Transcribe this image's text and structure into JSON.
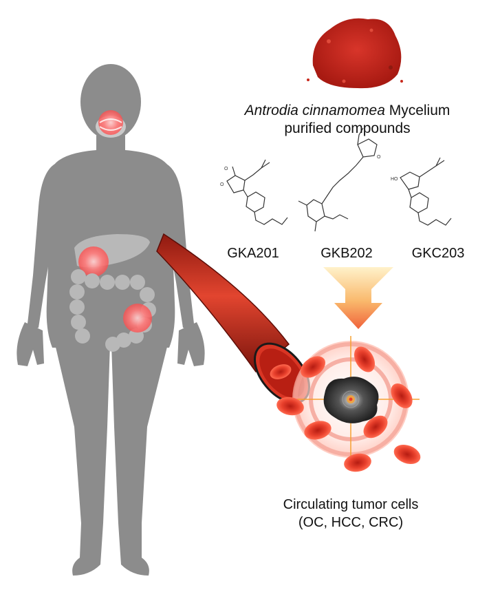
{
  "title": {
    "species": "Antrodia cinnamomea",
    "rest_line1": " Mycelium",
    "line2": "purified compounds"
  },
  "compounds": [
    {
      "name": "GKA201"
    },
    {
      "name": "GKB202"
    },
    {
      "name": "GKC203"
    }
  ],
  "ctc_label": {
    "line1": "Circulating tumor cells",
    "line2": "(OC, HCC, CRC)"
  },
  "colors": {
    "body": "#8c8c8c",
    "organ": "#b8b8b8",
    "highlight": "#ff5a5a",
    "vessel": "#c0261a",
    "rbc": "#e83a2a",
    "powder": "#c8281c",
    "arrow": "#f47a3a",
    "target_line": "#f5a031"
  },
  "icons": [
    "human-silhouette",
    "mycelium-powder",
    "blood-vessel",
    "red-blood-cell",
    "tumor-cell",
    "target-crosshair",
    "down-arrow"
  ]
}
